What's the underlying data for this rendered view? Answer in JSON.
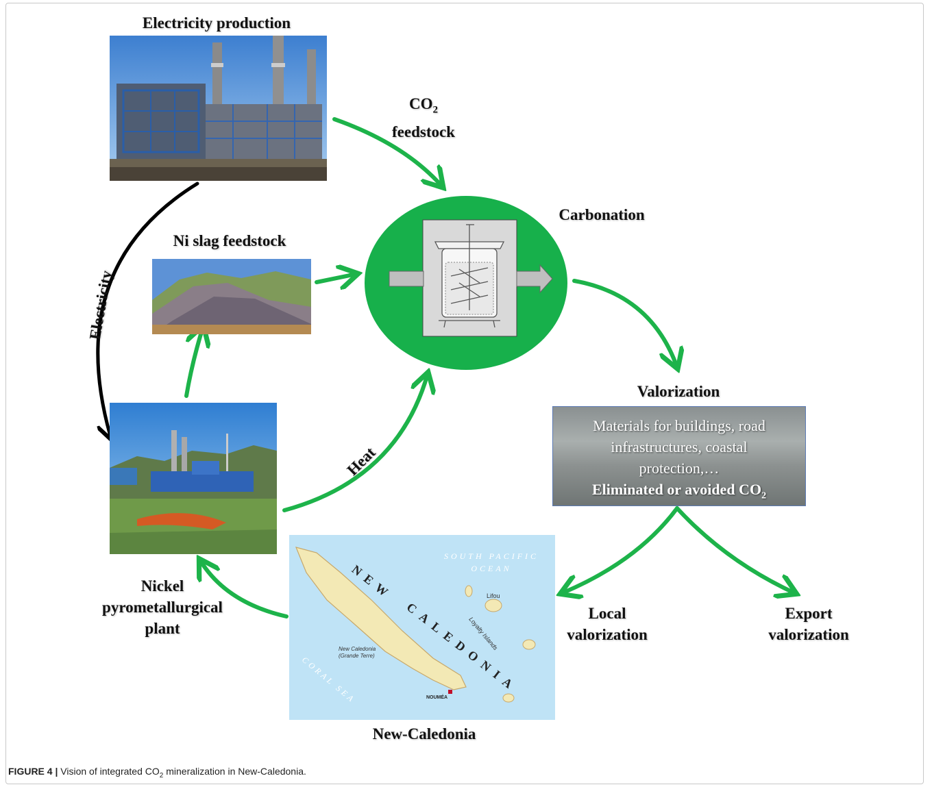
{
  "labels": {
    "electricity_production": "Electricity production",
    "co2": "CO",
    "co2_sub": "2",
    "feedstock": "feedstock",
    "carbonation": "Carbonation",
    "ni_slag": "Ni slag feedstock",
    "electricity": "Electricity",
    "heat": "Heat",
    "valorization": "Valorization",
    "nickel_line1": "Nickel",
    "nickel_line2": "pyrometallurgical",
    "nickel_line3": "plant",
    "local_line1": "Local",
    "local_line2": "valorization",
    "export_line1": "Export",
    "export_line2": "valorization",
    "new_caledonia": "New-Caledonia"
  },
  "valorization_box": {
    "line1": "Materials  for buildings, road",
    "line2": "infrastructures, coastal",
    "line3": "protection,…",
    "line4": "Eliminated or avoided CO",
    "line4_sub": "2"
  },
  "map_text": {
    "ocean_line1": "SOUTH PACIFIC",
    "ocean_line2": "OCEAN",
    "country_new": "NEW",
    "country_caledonia": "CALEDONIA",
    "coral_sea": "CORAL SEA",
    "loyalty": "Loyalty Islands",
    "lifou": "Lifou",
    "grande_terre": "New Caledonia (Grande Terre)",
    "noumea": "NOUMÉA"
  },
  "caption": {
    "figure": "FIGURE 4 |",
    "text_a": " Vision of integrated CO",
    "text_sub": "2",
    "text_b": " mineralization in New-Caledonia."
  },
  "colors": {
    "green": "#1db34a",
    "black_arrow": "#000000"
  }
}
